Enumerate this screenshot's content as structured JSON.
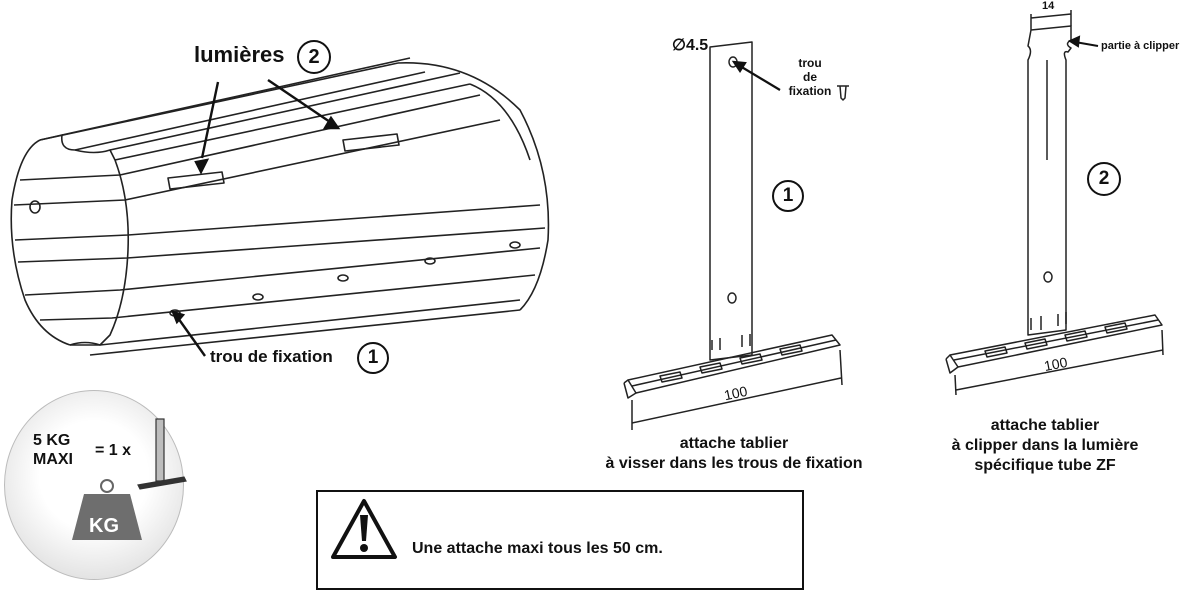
{
  "tube": {
    "label_lumieres": "lumières",
    "label_lumieres_num": "2",
    "label_trou": "trou de fixation",
    "label_trou_num": "1"
  },
  "attache1": {
    "diameter": "∅4.5",
    "hole_label_1": "trou",
    "hole_label_2": "de",
    "hole_label_3": "fixation",
    "number": "1",
    "width": "100",
    "caption_line1": "attache tablier",
    "caption_line2": "à visser dans les trous de fixation"
  },
  "attache2": {
    "width_top": "14",
    "clip_label": "partie à clipper",
    "number": "2",
    "width": "100",
    "caption_line1": "attache tablier",
    "caption_line2": "à clipper dans la lumière",
    "caption_line3": "spécifique tube ZF"
  },
  "weight_badge": {
    "line1": "5 KG",
    "line2": "MAXI",
    "equals": "= 1 x",
    "weight_label": "KG"
  },
  "warning": {
    "text": "Une attache maxi tous les 50 cm.",
    "icon": "warning-triangle-icon"
  }
}
